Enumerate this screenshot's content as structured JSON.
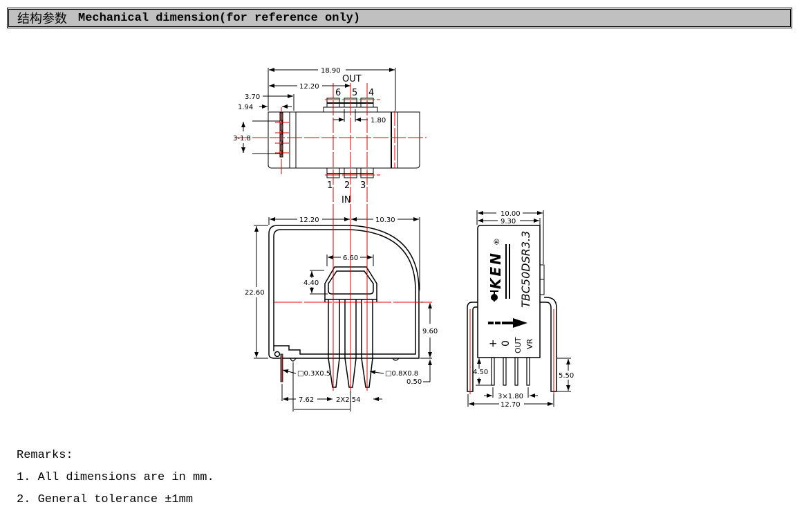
{
  "header": {
    "title_cn": "结构参数",
    "title_en": "Mechanical dimension(for reference only)"
  },
  "top_view": {
    "out_label": "OUT",
    "in_label": "IN",
    "out_pins": [
      "6",
      "5",
      "4"
    ],
    "in_pins": [
      "1",
      "2",
      "3"
    ],
    "dims": {
      "overall_width": "18.90",
      "pin_offset": "12.20",
      "edge_a": "3.70",
      "edge_b": "1.94",
      "pin_pitch": "1.80",
      "side_pins": "3-1.8"
    }
  },
  "front_view": {
    "dims": {
      "left_width": "12.20",
      "right_width": "10.30",
      "window_width": "6.60",
      "window_height": "4.40",
      "overall_height": "22.60",
      "pin_height": "9.60",
      "pin_a_size": "□0.3X0.5",
      "pin_b_size": "□0.8X0.8",
      "bottom_offset": "0.50",
      "pin_spacing_a": "7.62",
      "pin_spacing_b": "2X2.54"
    }
  },
  "side_view": {
    "brand": "KEN",
    "registered_mark": "®",
    "model": "TBC50DSR3.3",
    "pin_labels": [
      "+",
      "0",
      "OUT",
      "VR"
    ],
    "dims": {
      "overall_width": "10.00",
      "body_width": "9.30",
      "pin_length": "4.50",
      "side_pin_length": "5.50",
      "pin_pitch": "3×1.80",
      "pin_span": "12.70"
    }
  },
  "remarks": {
    "title": "Remarks:",
    "items": [
      "1. All dimensions are in mm.",
      "2. General tolerance ±1mm"
    ]
  },
  "colors": {
    "header_bg": "#c0c0c0",
    "centerline": "#e00000",
    "line": "#000000"
  }
}
